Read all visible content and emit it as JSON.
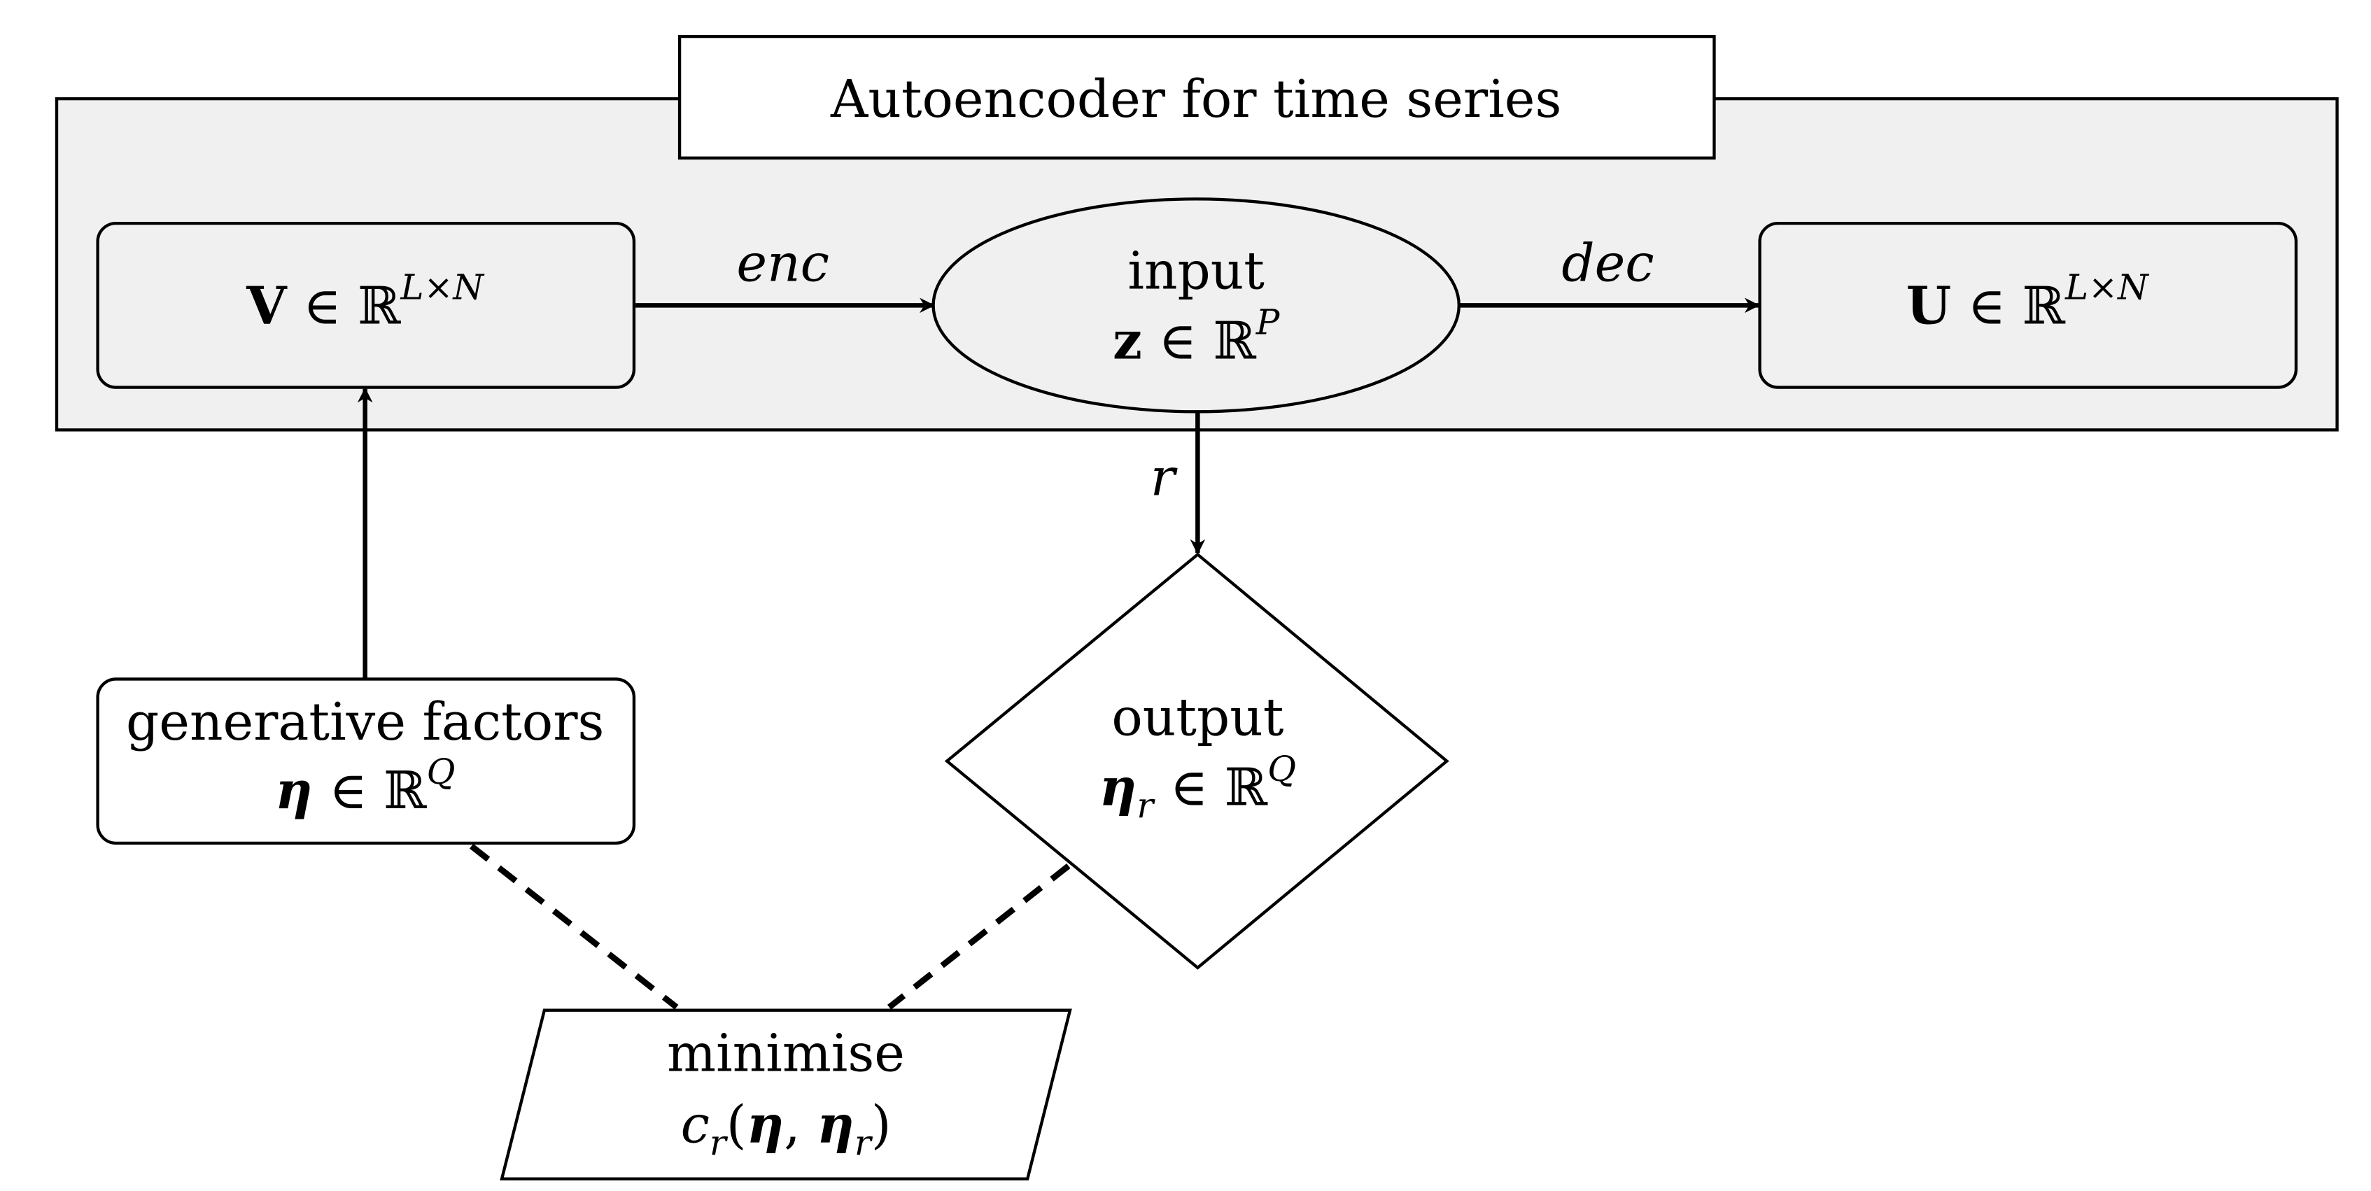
{
  "title": "Autoencoder for time series",
  "colors": {
    "container_fill": "#f0f0f0",
    "stroke": "#000000",
    "box_fill": "#f0f0f0"
  },
  "nodes": {
    "v_box": {
      "sym": "V",
      "rel": " ∈ ℝ",
      "sup": "L×N"
    },
    "input": {
      "title": "input",
      "sym": "z",
      "rel": " ∈ ℝ",
      "sup": "P"
    },
    "u_box": {
      "sym": "U",
      "rel": " ∈ ℝ",
      "sup": "L×N"
    },
    "output": {
      "title": "output",
      "sym": "η",
      "sub": "r",
      "rel": " ∈ ℝ",
      "sup": "Q"
    },
    "generative": {
      "title": "generative factors",
      "sym": "η",
      "rel": " ∈ ℝ",
      "sup": "Q"
    },
    "minimise": {
      "title": "minimise",
      "c": "c",
      "c_sub": "r",
      "open": "(",
      "eta": "η",
      "comma": ", ",
      "eta_r": "η",
      "eta_r_sub": "r",
      "close": ")"
    }
  },
  "edges": {
    "enc": "enc",
    "dec": "dec",
    "r": "r"
  }
}
